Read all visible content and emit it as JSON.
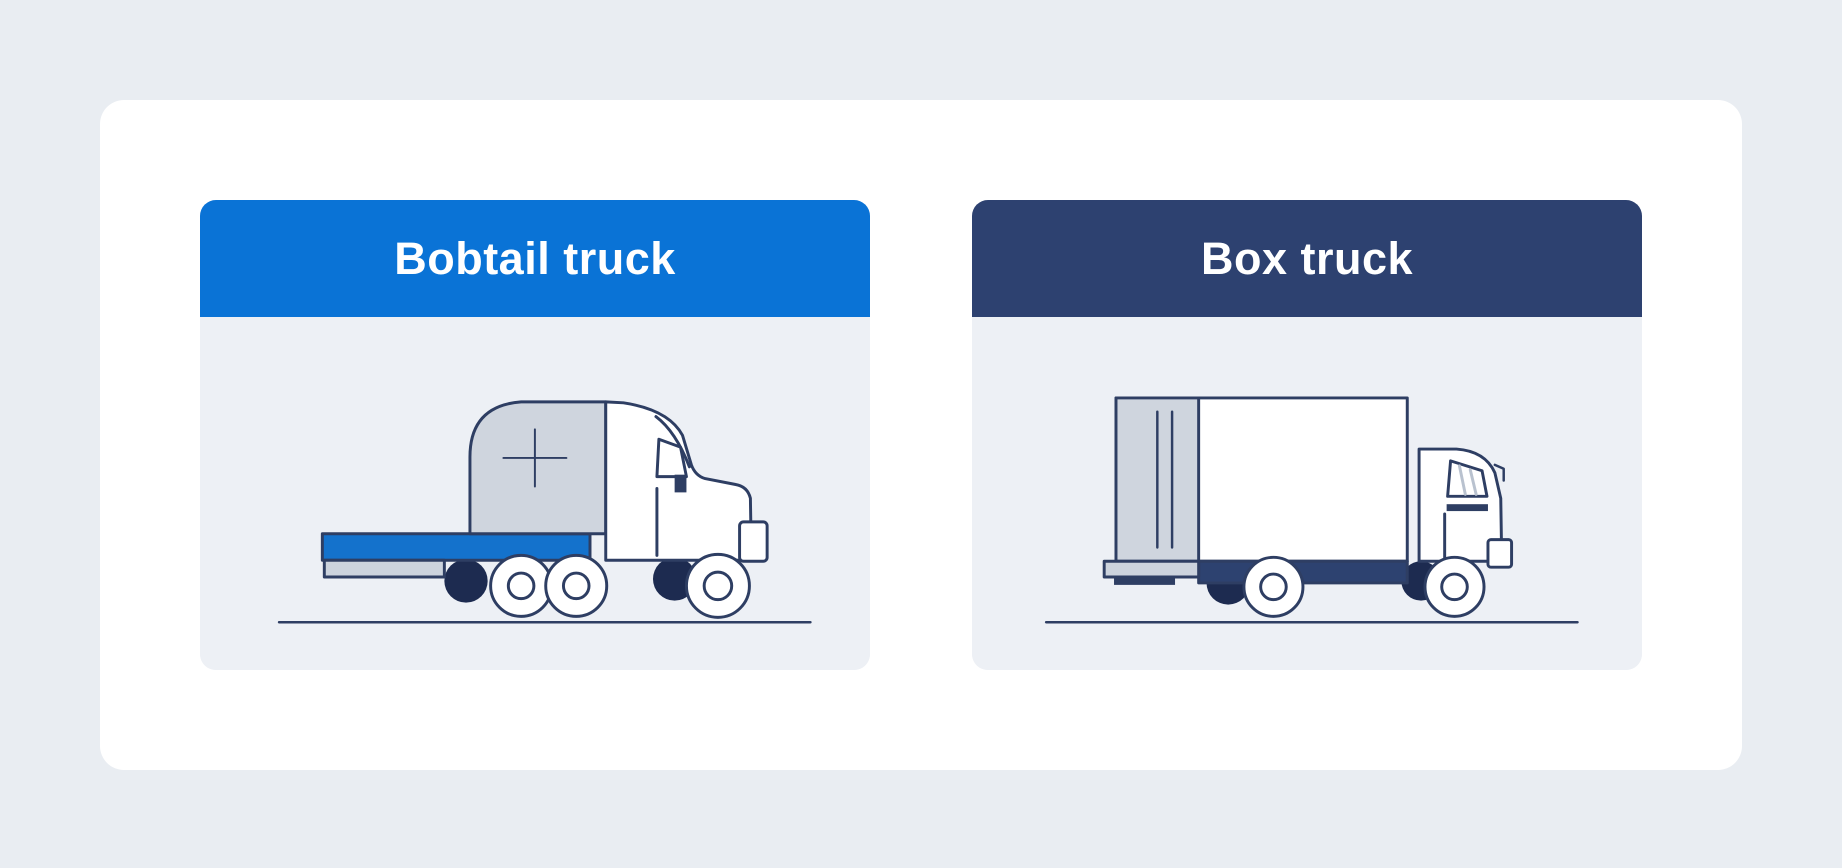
{
  "page": {
    "background_color": "#e9edf2",
    "panel_color": "#ffffff"
  },
  "cards": [
    {
      "title": "Bobtail truck",
      "header_color": "#0a73d6",
      "body_color": "#edf0f5",
      "illustration": "bobtail-truck-side-view"
    },
    {
      "title": "Box truck",
      "header_color": "#2d4170",
      "body_color": "#edf0f5",
      "illustration": "box-truck-side-view"
    }
  ],
  "illustration_colors": {
    "outline": "#2e3e63",
    "gray_fill": "#cfd5de",
    "accent_blue": "#1472cc",
    "accent_navy": "#2d4270",
    "wheel_dark": "#1d2b50",
    "white": "#ffffff"
  }
}
